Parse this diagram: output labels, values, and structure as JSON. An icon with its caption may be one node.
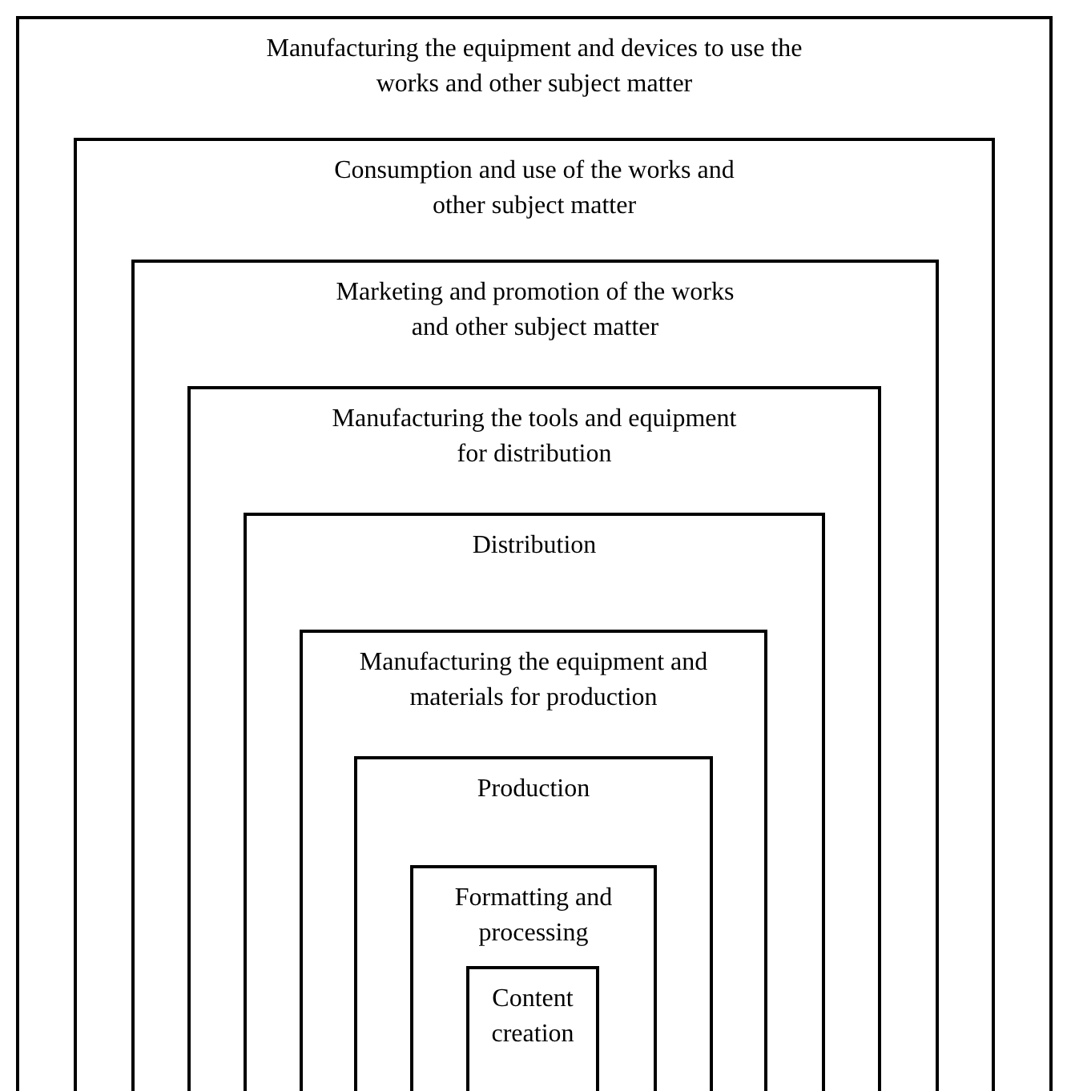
{
  "diagram": {
    "nodes": [
      {
        "text": [
          "Manufacturing the equipment and devices to use the works and other subject matter"
        ]
      },
      {
        "text": [
          "Consumption and use of the works and other subject matter"
        ],
        "in": 0
      },
      {
        "text": [
          "Marketing and promotion of the works and other subject matter"
        ],
        "in": 1
      },
      {
        "text": [
          "Manufacturing the tools and equipment for distribution"
        ],
        "in": 2
      },
      {
        "text": [
          "Distribution"
        ],
        "in": 3
      },
      {
        "text": [
          "Manufacturing the equipment and materials for production"
        ],
        "in": 4
      },
      {
        "text": [
          "Production"
        ],
        "in": 5
      },
      {
        "text": [
          "Formatting and processing"
        ],
        "in": 6
      },
      {
        "text": [
          "Content creation"
        ],
        "in": 7
      }
    ]
  }
}
